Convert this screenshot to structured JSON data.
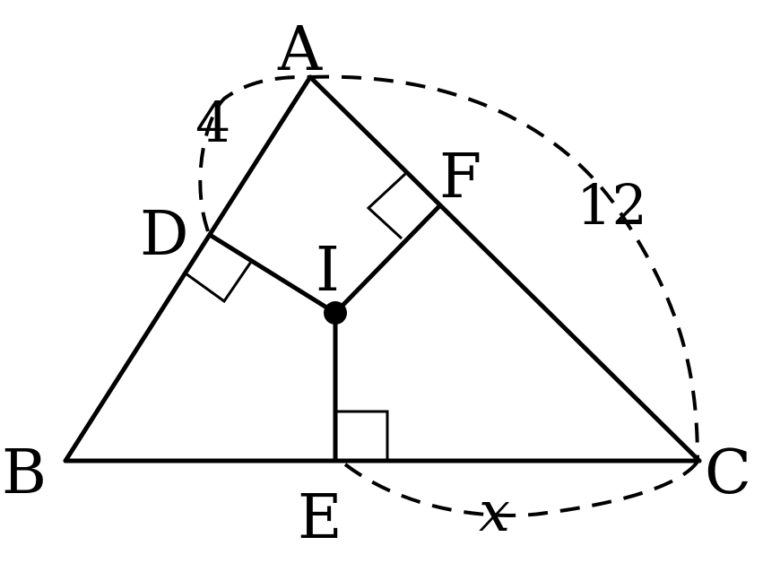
{
  "points": {
    "A": "A",
    "B": "B",
    "C": "C",
    "D": "D",
    "E": "E",
    "F": "F",
    "I": "I"
  },
  "measures": {
    "AD": "4",
    "AC": "12",
    "EC": "x"
  }
}
